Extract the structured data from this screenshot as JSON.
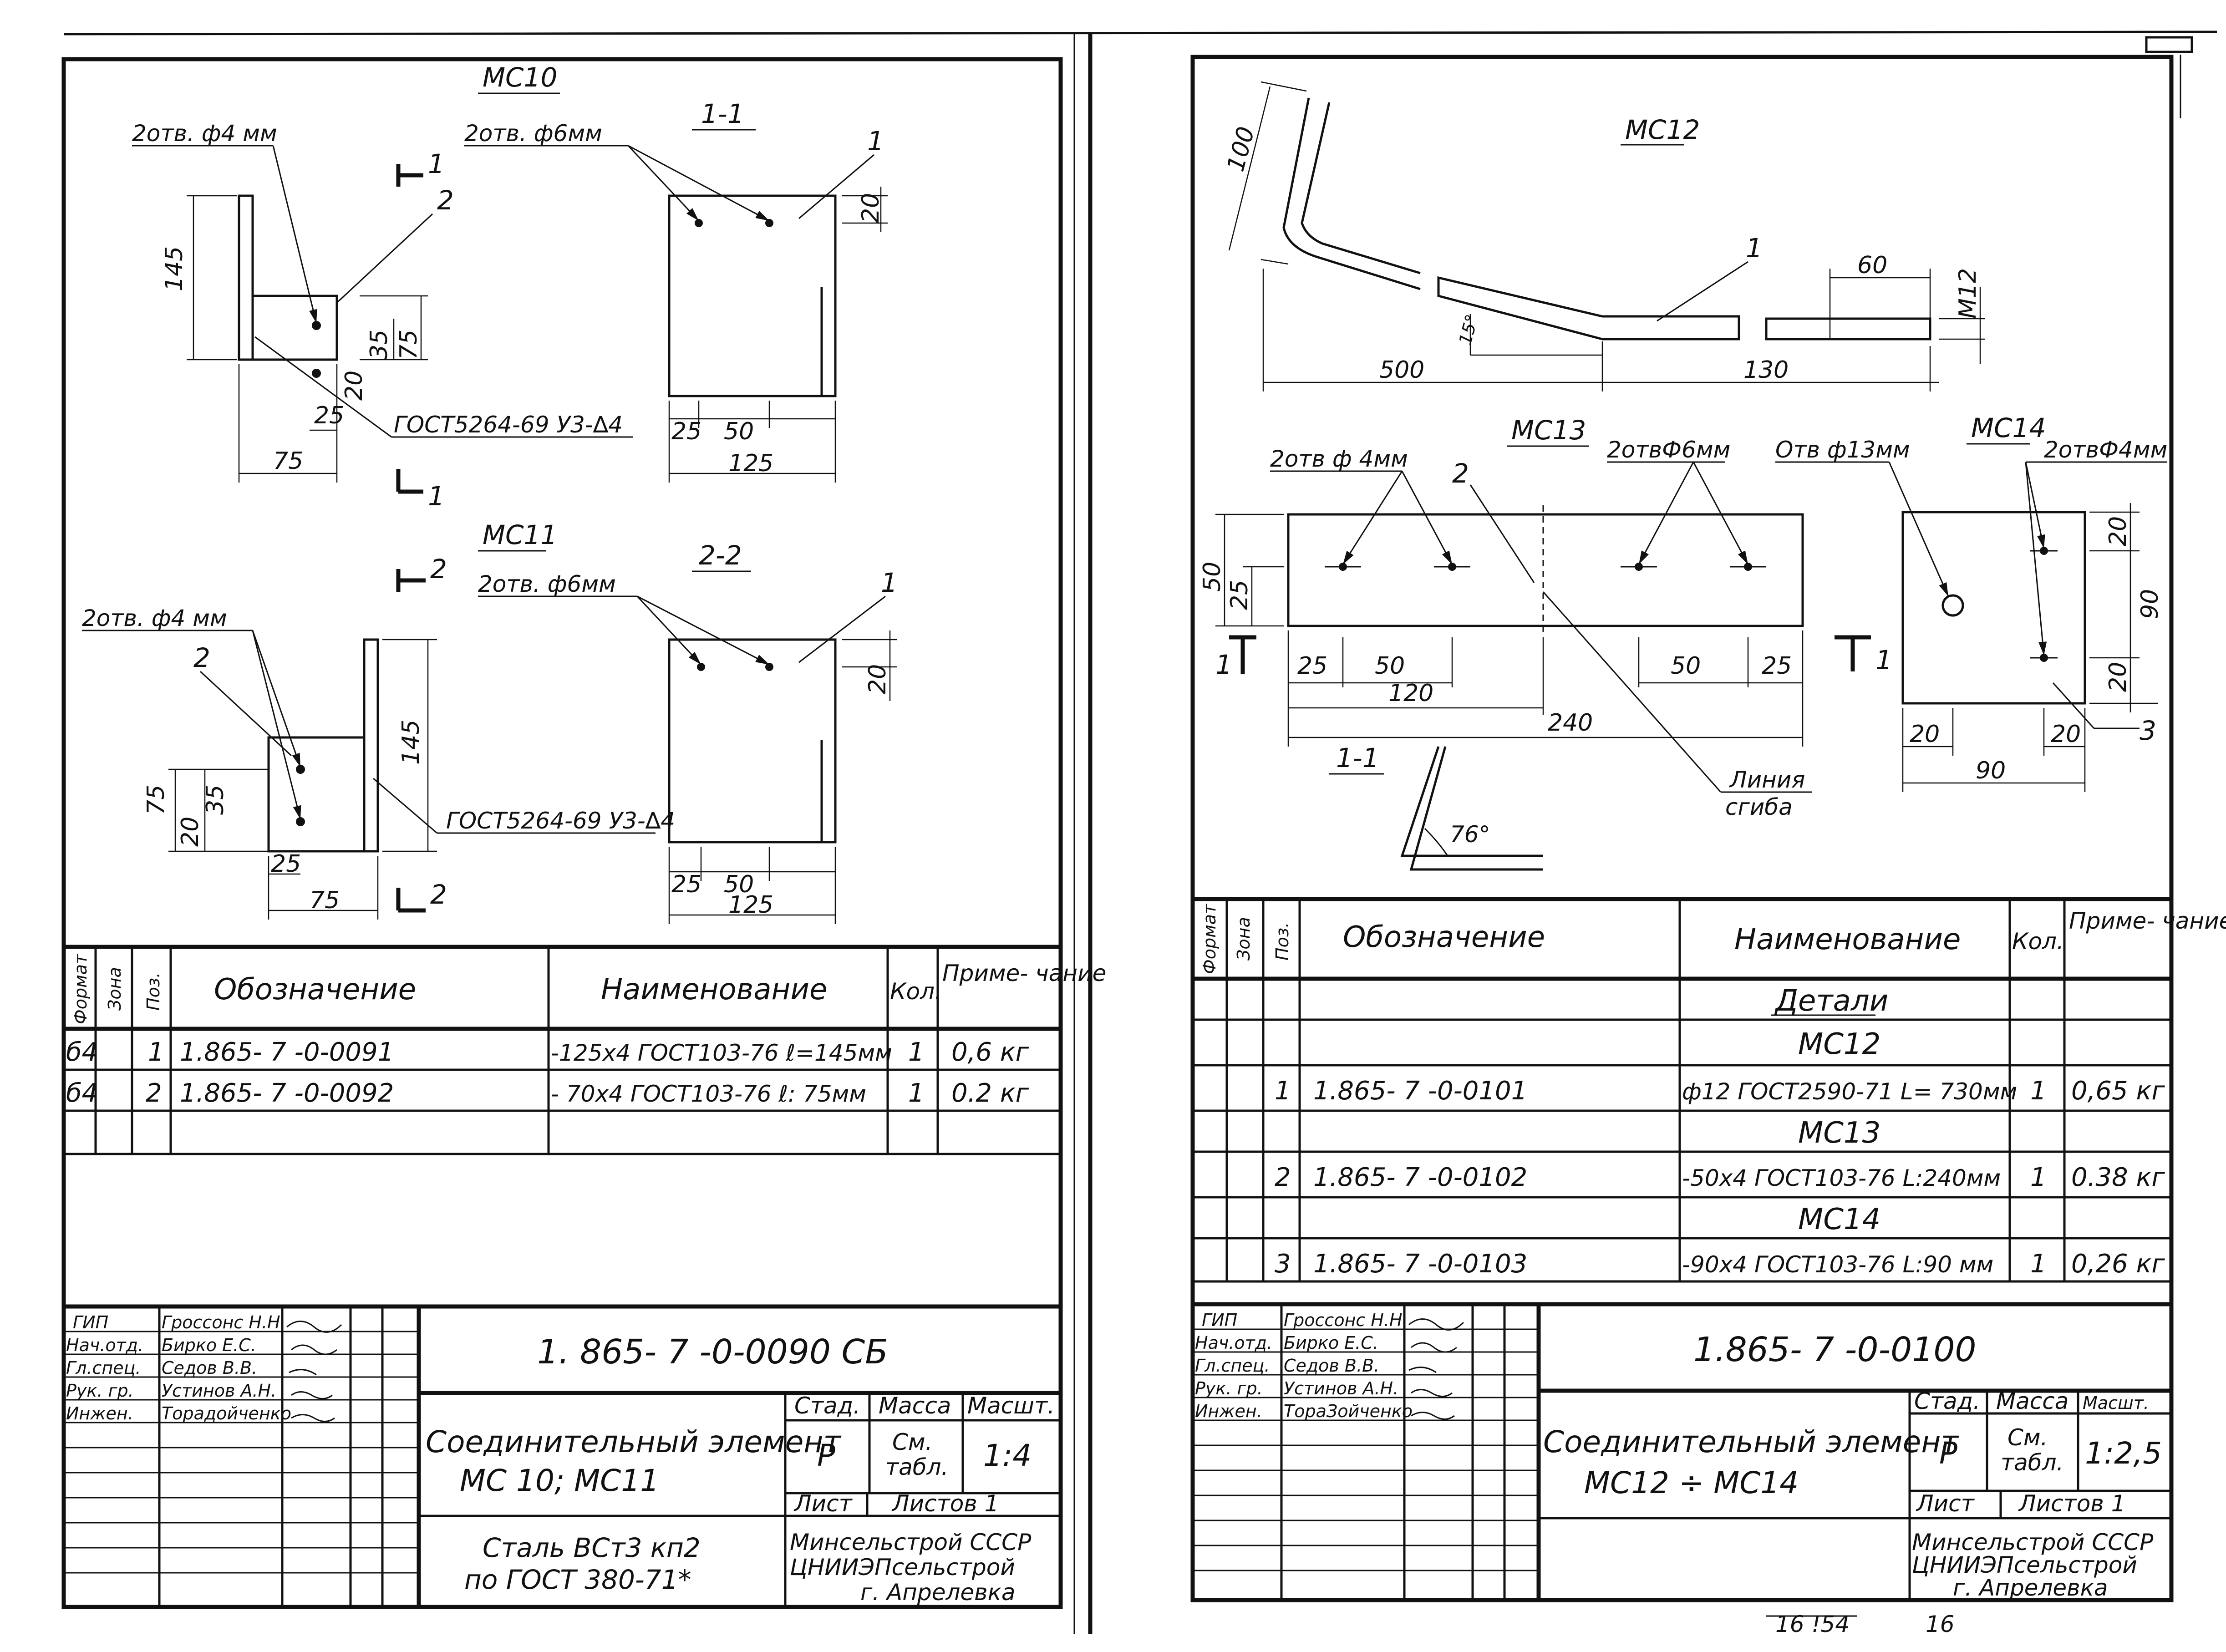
{
  "left": {
    "mc10": {
      "title": "МС10",
      "hole4": "2отв. ф4 мм",
      "hole6": "2отв. ф6мм",
      "section": "1-1",
      "cut": "1",
      "pos1": "1",
      "pos2": "2",
      "dims": [
        "145",
        "20",
        "35",
        "75",
        "25",
        "75",
        "25",
        "50",
        "125",
        "20"
      ],
      "weld": "ГОСТ5264-69 У3-∆4"
    },
    "mc11": {
      "title": "МС11",
      "hole4": "2отв. ф4 мм",
      "hole6": "2отв. ф6мм",
      "section": "2-2",
      "cut": "2",
      "pos1": "1",
      "pos2": "2",
      "dims": [
        "75",
        "20",
        "35",
        "145",
        "25",
        "75",
        "25",
        "50",
        "125",
        "20"
      ],
      "weld": "ГОСТ5264-69 У3-∆4"
    },
    "table": {
      "headers": [
        "Формат",
        "Зона",
        "Поз.",
        "Обозначение",
        "Наименование",
        "Кол.",
        "Приме-\nчание"
      ],
      "rows": [
        {
          "format": "б4",
          "zone": "",
          "pos": "1",
          "code": "1.865- 7 -0-0091",
          "name": "-125х4 ГОСТ103-76  ℓ=145мм",
          "qty": "1",
          "note": "0,6 кг"
        },
        {
          "format": "б4",
          "zone": "",
          "pos": "2",
          "code": "1.865- 7 -0-0092",
          "name": "- 70х4 ГОСТ103-76  ℓ: 75мм",
          "qty": "1",
          "note": "0.2 кг"
        }
      ]
    },
    "stamp": {
      "people": [
        {
          "role": "ГИП",
          "name": "Гроссонс Н.Н."
        },
        {
          "role": "Нач.отд.",
          "name": "Бирко Е.С."
        },
        {
          "role": "Гл.спец.",
          "name": "Седов В.В."
        },
        {
          "role": "Рук. гр.",
          "name": "Устинов А.Н."
        },
        {
          "role": "Инжен.",
          "name": "Торадойченко"
        }
      ],
      "code": "1. 865- 7 -0-0090 СБ",
      "title1": "Соединительный элемент",
      "title2": "МС 10;  МС11",
      "stage_label": "Стад.",
      "mass_label": "Масса",
      "scale_label": "Масшт.",
      "stage": "Р",
      "mass1": "См.",
      "mass2": "табл.",
      "scale": "1:4",
      "sheet_label": "Лист",
      "sheets_label": "Листов 1",
      "material1": "Сталь  ВСт3 кп2",
      "material2": "по ГОСТ 380-71*",
      "org1": "Минсельстрой СССР",
      "org2": "ЦНИИЭПсельстрой",
      "org3": "г. Апрелевка"
    }
  },
  "right": {
    "mc12": {
      "title": "МС12",
      "pos1": "1",
      "dims": [
        "100",
        "60",
        "М12",
        "15°",
        "500",
        "130"
      ]
    },
    "mc13": {
      "title": "МС13",
      "hole4": "2отв ф 4мм",
      "hole6": "2отвФ6мм",
      "pos2": "2",
      "cut": "1",
      "dims": [
        "50",
        "25",
        "25",
        "50",
        "120",
        "240",
        "50",
        "25"
      ],
      "section": "1-1",
      "angle": "76°",
      "bend1": "Линия",
      "bend2": "сгиба"
    },
    "mc14": {
      "title": "МС14",
      "hole13": "Отв ф13мм",
      "hole4": "2отвФ4мм",
      "pos3": "3",
      "dims": [
        "20",
        "90",
        "20",
        "20",
        "20",
        "90"
      ]
    },
    "table": {
      "headers": [
        "Формат",
        "Зона",
        "Поз.",
        "Обозначение",
        "Наименование",
        "Кол.",
        "Приме-\nчание"
      ],
      "group": "Детали",
      "rows": [
        {
          "type": "sub",
          "name": "МС12"
        },
        {
          "type": "row",
          "pos": "1",
          "code": "1.865- 7 -0-0101",
          "name": "ф12 ГОСТ2590-71  L= 730мм",
          "qty": "1",
          "note": "0,65 кг"
        },
        {
          "type": "sub",
          "name": "МС13"
        },
        {
          "type": "row",
          "pos": "2",
          "code": "1.865- 7 -0-0102",
          "name": "-50х4 ГОСТ103-76  L:240мм",
          "qty": "1",
          "note": "0.38 кг"
        },
        {
          "type": "sub",
          "name": "МС14"
        },
        {
          "type": "row",
          "pos": "3",
          "code": "1.865- 7 -0-0103",
          "name": "-90х4 ГОСТ103-76  L:90 мм",
          "qty": "1",
          "note": "0,26 кг"
        }
      ]
    },
    "stamp": {
      "people": [
        {
          "role": "ГИП",
          "name": "Гроссонс Н.Н."
        },
        {
          "role": "Нач.отд.",
          "name": "Бирко Е.С."
        },
        {
          "role": "Гл.спец.",
          "name": "Седов В.В."
        },
        {
          "role": "Рук. гр.",
          "name": "Устинов А.Н."
        },
        {
          "role": "Инжен.",
          "name": "ТораЗойченко"
        }
      ],
      "code": "1.865- 7 -0-0100",
      "title1": "Соединительный элемент",
      "title2": "МС12  ÷  МС14",
      "stage_label": "Стад.",
      "mass_label": "Масса",
      "scale_label": "Масшт.",
      "stage": "Р",
      "mass1": "См.",
      "mass2": "табл.",
      "scale": "1:2,5",
      "sheet_label": "Лист",
      "sheets_label": "Листов 1",
      "org1": "Минсельстрой СССР",
      "org2": "ЦНИИЭПсельстрой",
      "org3": "г. Апрелевка"
    },
    "footer_left": "16 !54",
    "footer_right": "16"
  }
}
